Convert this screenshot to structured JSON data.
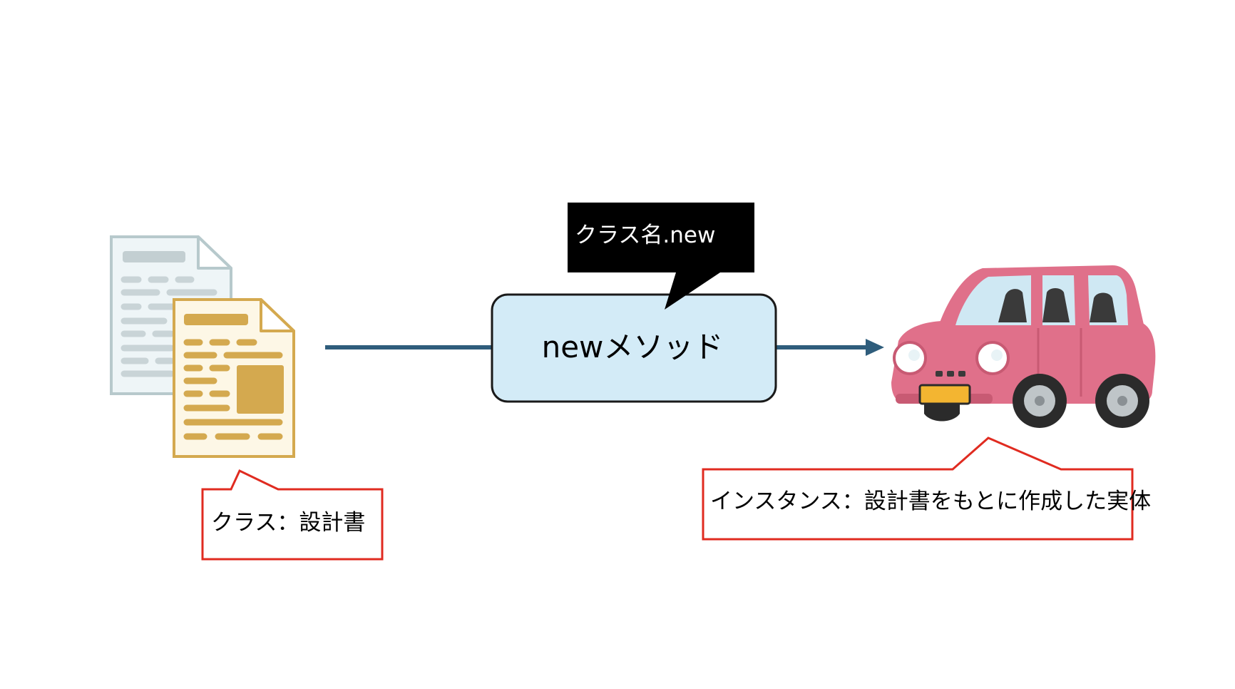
{
  "diagram": {
    "method_box": {
      "label": "newメソッド"
    },
    "method_callout": {
      "label": "クラス名.new"
    },
    "class_callout": {
      "label": "クラス：設計書"
    },
    "instance_callout": {
      "label": "インスタンス：設計書をもとに作成した実体"
    }
  },
  "colors": {
    "arrow": "#2f5d7c",
    "method_fill": "#d3ebf7",
    "method_stroke": "#1a1a1a",
    "callout_red": "#e02b20",
    "doc_gray": "#b7c9cc",
    "doc_gold": "#d4a94f",
    "car_pink": "#e0708a"
  },
  "icons": [
    "document-stack-icon",
    "car-icon"
  ]
}
